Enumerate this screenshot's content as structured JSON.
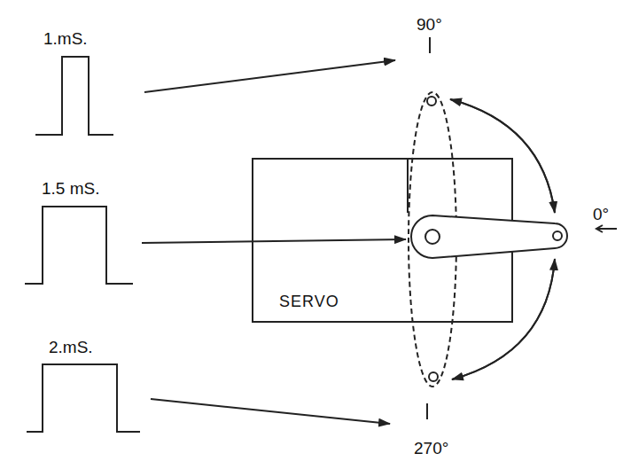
{
  "diagram": {
    "nodes": [
      {
        "text": [
          "SERVO"
        ]
      }
    ],
    "labels": [
      "1.mS.",
      "1.5 mS.",
      "2.mS.",
      "90°",
      "0°",
      "270°"
    ]
  }
}
